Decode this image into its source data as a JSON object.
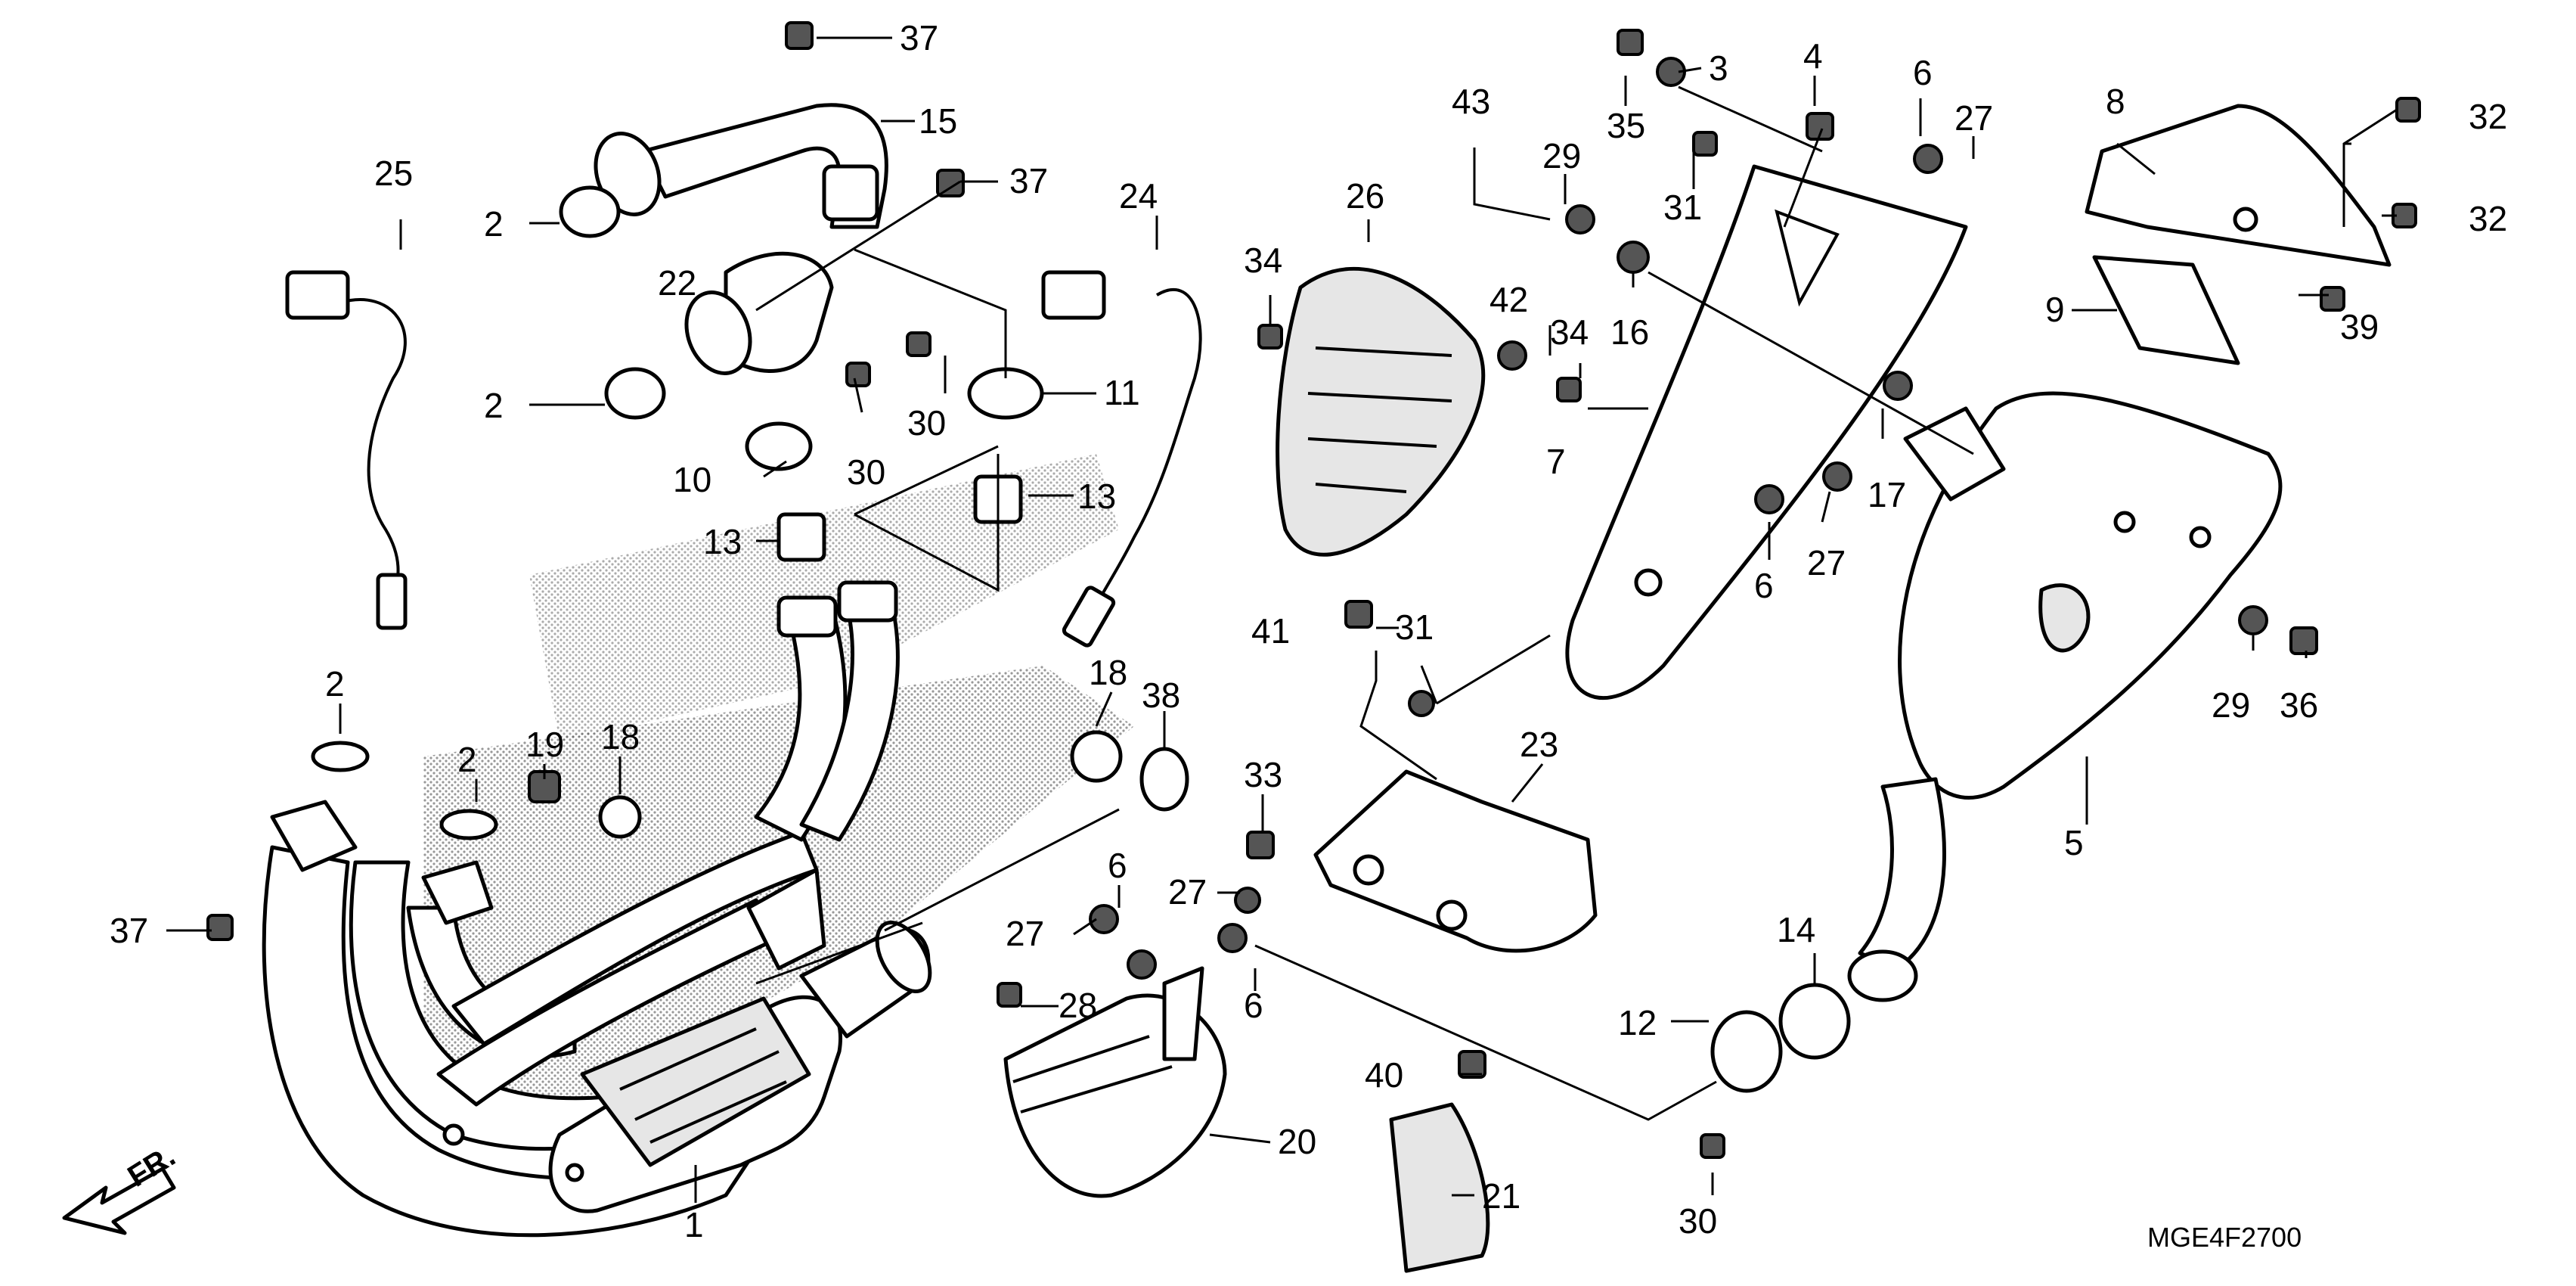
{
  "diagram": {
    "code": "MGE4F2700",
    "direction_mark": "FR.",
    "callouts": [
      "37",
      "15",
      "2",
      "22",
      "37",
      "25",
      "2",
      "10",
      "30",
      "30",
      "11",
      "24",
      "13",
      "13",
      "2",
      "19",
      "18",
      "2",
      "37",
      "18",
      "38",
      "33",
      "27",
      "6",
      "27",
      "28",
      "6",
      "20",
      "21",
      "1",
      "34",
      "26",
      "43",
      "35",
      "3",
      "4",
      "6",
      "27",
      "29",
      "31",
      "42",
      "34",
      "16",
      "7",
      "41",
      "31",
      "23",
      "17",
      "6",
      "27",
      "8",
      "32",
      "32",
      "9",
      "39",
      "29",
      "36",
      "5",
      "14",
      "12",
      "40",
      "30"
    ]
  }
}
